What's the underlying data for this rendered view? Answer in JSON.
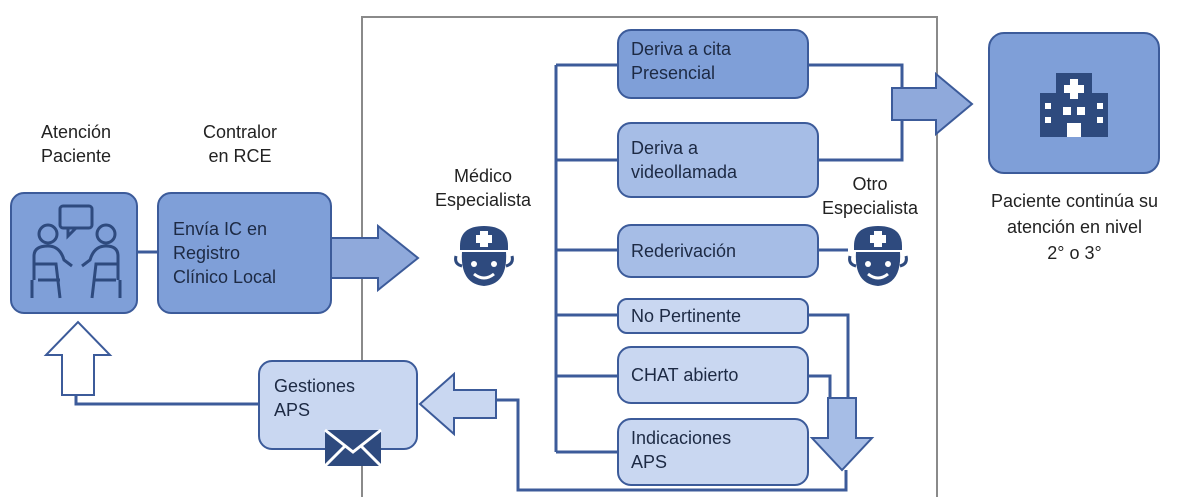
{
  "labels": {
    "atencion": "Atención\nPaciente",
    "contralor": "Contralor\nen RCE",
    "medico": "Médico\nEspecialista",
    "otro": "Otro\nEspecialista",
    "continua": "Paciente continúa su\natención en nivel\n2° o 3°"
  },
  "boxes": {
    "envia": "Envía IC en\nRegistro\nClínico Local",
    "gestiones": "Gestiones\nAPS",
    "deriva_cita": "Deriva a cita\nPresencial",
    "deriva_video": "Deriva a\nvideollamada",
    "rederivacion": "Rederivación",
    "no_pertinente": "No Pertinente",
    "chat": "CHAT abierto",
    "indicaciones": "Indicaciones\nAPS"
  },
  "colors": {
    "stroke": "#3c5b9a",
    "dark_fill": "#7f9fd8",
    "mid_fill": "#a6bde6",
    "light_fill": "#c9d7f1",
    "icon_dark": "#2e4a7e",
    "frame": "#888888"
  },
  "icons": [
    "patient-consultation-icon",
    "hospital-icon",
    "doctor-icon",
    "specialist-doctor-icon",
    "envelope-icon"
  ]
}
